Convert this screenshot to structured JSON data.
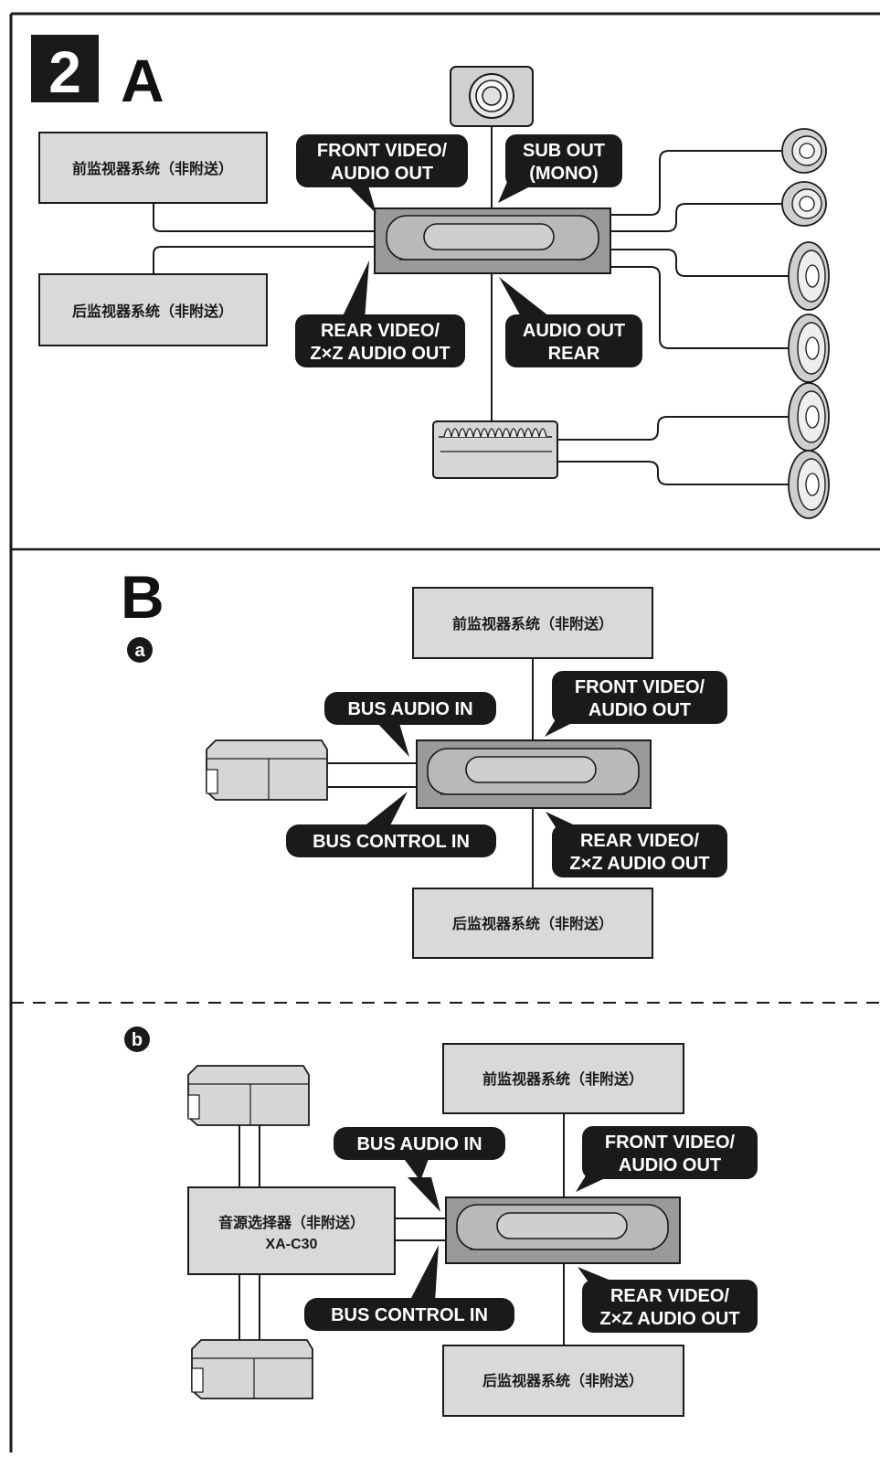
{
  "figure_number": "2",
  "section_a": {
    "letter": "A",
    "front_monitor": "前监视器系统（非附送）",
    "rear_monitor": "后监视器系统（非附送）",
    "callouts": {
      "front_video": [
        "FRONT VIDEO/",
        "AUDIO OUT"
      ],
      "sub_out": [
        "SUB OUT",
        "(MONO)"
      ],
      "rear_video": [
        "REAR VIDEO/",
        "Z×Z AUDIO OUT"
      ],
      "audio_out_rear": [
        "AUDIO OUT",
        "REAR"
      ]
    }
  },
  "section_b": {
    "letter": "B",
    "sub_a": {
      "marker": "a",
      "front_monitor": "前监视器系统（非附送）",
      "rear_monitor": "后监视器系统（非附送）",
      "callouts": {
        "bus_audio_in": "BUS AUDIO IN",
        "bus_control_in": "BUS CONTROL IN",
        "front_video": [
          "FRONT VIDEO/",
          "AUDIO OUT"
        ],
        "rear_video": [
          "REAR VIDEO/",
          "Z×Z AUDIO OUT"
        ]
      }
    },
    "sub_b": {
      "marker": "b",
      "front_monitor": "前监视器系统（非附送）",
      "rear_monitor": "后监视器系统（非附送）",
      "selector": [
        "音源选择器（非附送）",
        "XA-C30"
      ],
      "callouts": {
        "bus_audio_in": "BUS AUDIO IN",
        "bus_control_in": "BUS CONTROL IN",
        "front_video": [
          "FRONT VIDEO/",
          "AUDIO OUT"
        ],
        "rear_video": [
          "REAR VIDEO/",
          "Z×Z AUDIO OUT"
        ]
      }
    }
  }
}
